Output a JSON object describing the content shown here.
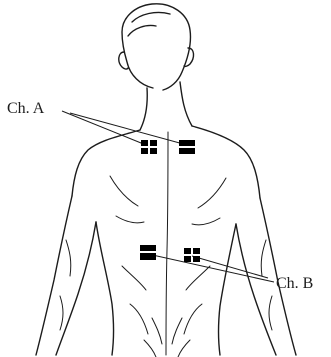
{
  "diagram": {
    "channels": [
      {
        "id": "a",
        "label": "Ch. A",
        "electrode_styles": [
          "quad",
          "split"
        ]
      },
      {
        "id": "b",
        "label": "Ch. B",
        "electrode_styles": [
          "quad",
          "split"
        ]
      }
    ],
    "colors": {
      "line": "#1c1c1c",
      "background": "#ffffff",
      "electrode": "#000000"
    }
  }
}
